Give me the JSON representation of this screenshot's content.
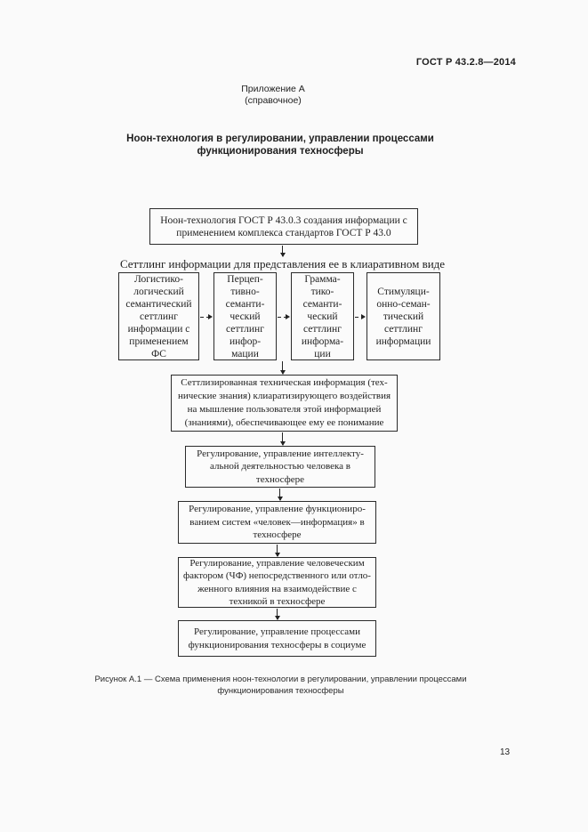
{
  "page": {
    "header": "ГОСТ Р 43.2.8—2014",
    "annex_line1": "Приложение А",
    "annex_line2": "(справочное)",
    "title": "Ноон-технология в регулировании, управлении процессами\nфункционирования техносферы",
    "caption": "Рисунок  А.1 — Схема применения ноон-технологии в регулировании, управлении процессами\nфункционирования техносферы",
    "page_number": "13"
  },
  "flowchart": {
    "top_box": "Ноон-технология ГОСТ Р 43.0.3 создания информации с\nприменением комплекса стандартов ГОСТ Р 43.0",
    "settling_heading": "Сеттлинг информации для представления ее в клиаративном виде",
    "settling_boxes": [
      {
        "label": "Логистико-\nлогический\nсемантический\nсеттлинг\nинформации с\nприменением\nФС"
      },
      {
        "label": "Перцеп-\nтивно-\nсеманти-\nческий\nсеттлинг\nинфор-\nмации"
      },
      {
        "label": "Грамма-\nтико-\nсеманти-\nческий\nсеттлинг\nинформа-\nции"
      },
      {
        "label": "Стимуляци-\nонно-семан-\nтический\nсеттлинг\nинформации"
      }
    ],
    "settlized_box": "Сеттлизированная техническая информация (тех-\nнические знания) клиаратизирующего воздействия\nна мышление пользователя этой информацией\n(знаниями), обеспечивающее ему ее понимание",
    "regulation_boxes": [
      {
        "label": "Регулирование, управление  интеллекту-\nальной  деятельностью  человека в\nтехносфере"
      },
      {
        "label": "Регулирование, управление  функциониро-\nванием  систем  «человек—информация» в\nтехносфере"
      },
      {
        "label": "Регулирование, управление  человеческим\nфактором (ЧФ)  непосредственного или отло-\nженного  влияния  на взаимодействие с\nтехникой  в техносфере"
      },
      {
        "label": "Регулирование, управление  процессами\nфункционирования  техносферы в социуме"
      }
    ]
  }
}
